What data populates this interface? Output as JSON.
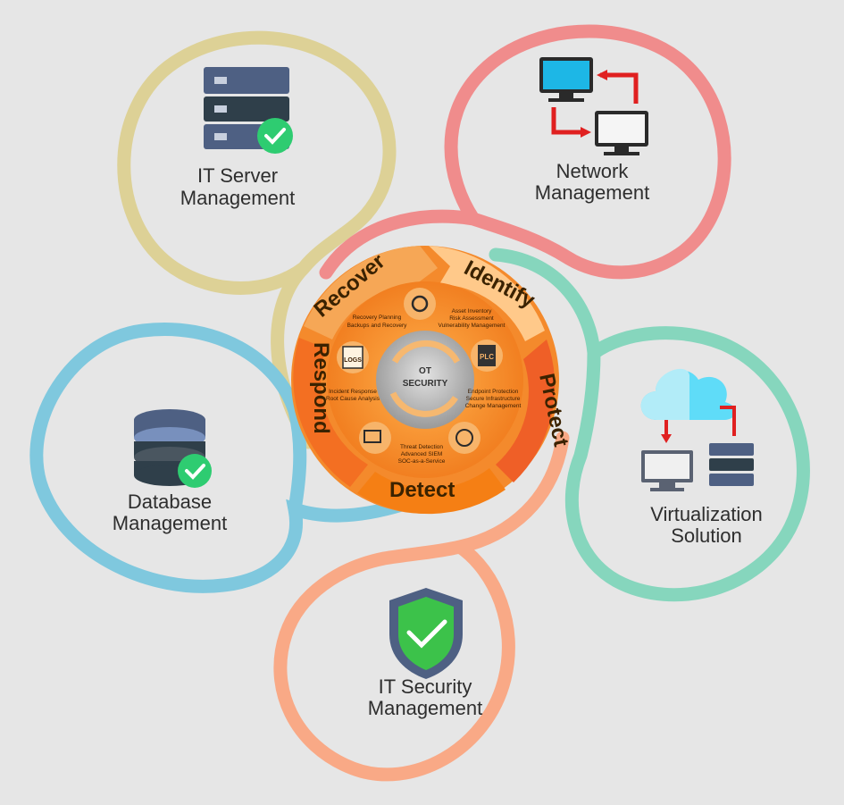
{
  "bubbles": {
    "server": {
      "line1": "IT Server",
      "line2": "Management",
      "color": "#ddd196"
    },
    "network": {
      "line1": "Network",
      "line2": "Management",
      "color": "#f08c8c"
    },
    "virtualization": {
      "line1": "Virtualization",
      "line2": "Solution",
      "color": "#86d6bd"
    },
    "security": {
      "line1": "IT Security",
      "line2": "Management",
      "color": "#f9a986"
    },
    "database": {
      "line1": "Database",
      "line2": "Management",
      "color": "#7fc8de"
    }
  },
  "wheel": {
    "recover": "Recover",
    "identify": "Identify",
    "protect": "Protect",
    "detect": "Detect",
    "respond": "Respond",
    "core": {
      "line1": "OT",
      "line2": "SECURITY"
    },
    "recover_items": [
      "Recovery Planning",
      "Backups and Recovery"
    ],
    "identify_items": [
      "Asset Inventory",
      "Risk Assessment",
      "Vulnerability Management"
    ],
    "protect_items": [
      "Endpoint Protection",
      "Secure Infrastructure",
      "Change Management"
    ],
    "detect_items": [
      "Threat Detection",
      "Advanced SIEM",
      "SOC-as-a-Service"
    ],
    "respond_items": [
      "Incident Response",
      "Root Cause Analysis"
    ],
    "logs_label": "LOGS",
    "plc_label": "PLC"
  }
}
